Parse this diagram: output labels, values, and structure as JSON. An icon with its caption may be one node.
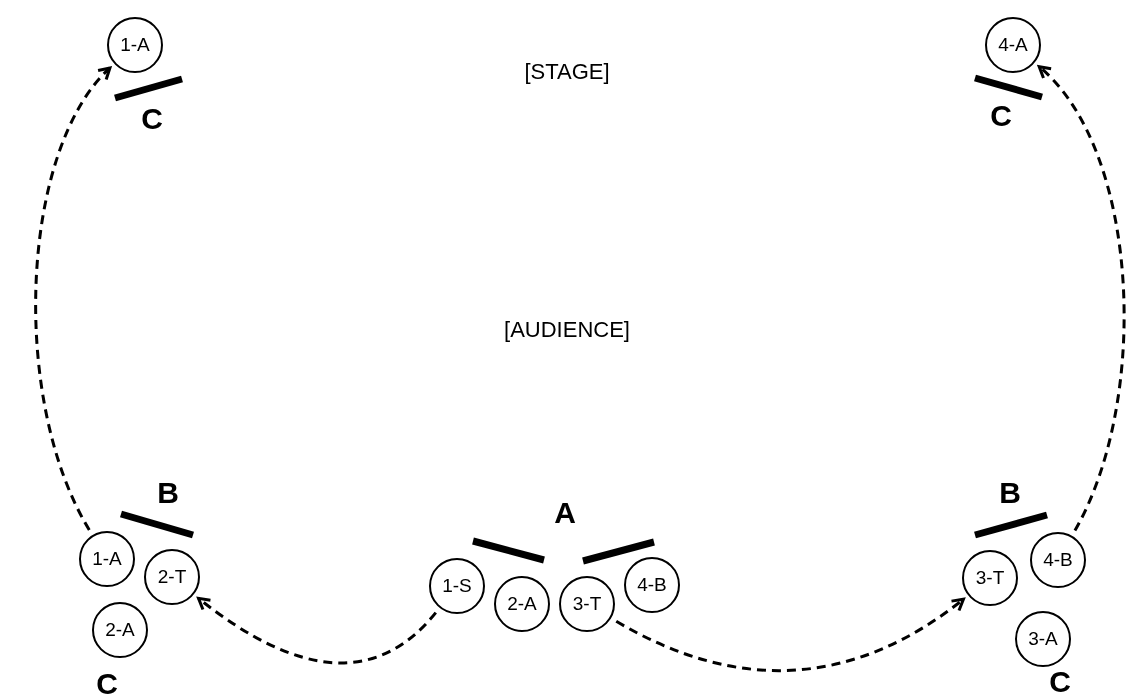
{
  "diagram": {
    "nodes": [
      {
        "text": [
          "1-A"
        ]
      },
      {
        "text": [
          "4-A"
        ]
      },
      {
        "text": [
          "1-A"
        ]
      },
      {
        "text": [
          "2-T"
        ]
      },
      {
        "text": [
          "2-A"
        ]
      },
      {
        "text": [
          "1-S"
        ]
      },
      {
        "text": [
          "2-A"
        ]
      },
      {
        "text": [
          "3-T"
        ]
      },
      {
        "text": [
          "4-B"
        ]
      },
      {
        "text": [
          "3-T"
        ]
      },
      {
        "text": [
          "4-B"
        ]
      },
      {
        "text": [
          "3-A"
        ]
      }
    ],
    "edges": [
      {
        "from": 5,
        "to": 3,
        "arrow": "to",
        "style": "dashed"
      },
      {
        "from": 7,
        "to": 9,
        "arrow": "to",
        "style": "dashed"
      },
      {
        "from": 2,
        "to": 0,
        "arrow": "to",
        "style": "dashed"
      },
      {
        "from": 10,
        "to": 1,
        "arrow": "to",
        "style": "dashed"
      }
    ],
    "labels": [
      "[STAGE]",
      "C",
      "C",
      "[AUDIENCE]",
      "B",
      "B",
      "A",
      "C",
      "C"
    ]
  }
}
